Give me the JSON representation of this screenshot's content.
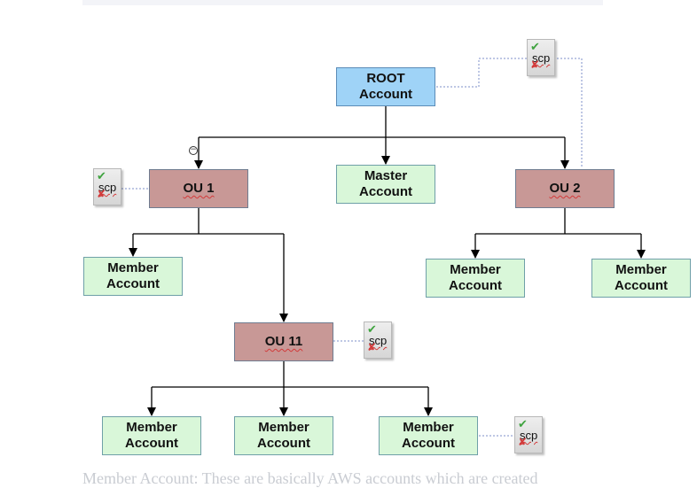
{
  "nodes": {
    "root": "ROOT\nAccount",
    "master": "Master\nAccount",
    "ou1": "OU 1",
    "ou2": "OU 2",
    "ou11": "OU 11",
    "member": "Member\nAccount"
  },
  "scp_label": "scp",
  "colors": {
    "root": "#9fd3f7",
    "ou": "#c89896",
    "account": "#d9f7d9"
  },
  "caption": {
    "term": "Member Account:",
    "text": " These are basically AWS accounts which are created"
  }
}
